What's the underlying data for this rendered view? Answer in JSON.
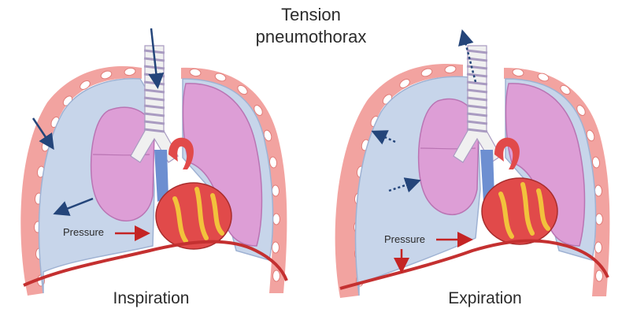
{
  "title": {
    "line1": "Tension",
    "line2": "pneumothorax"
  },
  "panels": [
    {
      "caption": "Inspiration",
      "pressure_label": "Pressure"
    },
    {
      "caption": "Expiration",
      "pressure_label": "Pressure"
    }
  ],
  "colors": {
    "chest_wall": "#f2a3a0",
    "rib": "#ffffff",
    "pleural_space": "#c7d5ea",
    "lung": "#dd9ed6",
    "lung_outline": "#b974b3",
    "trachea": "#f0f0f0",
    "trachea_ring": "#a99bc1",
    "heart": "#e14a4a",
    "vessel_blue": "#6d8fd1",
    "fat": "#f2c23c",
    "diaphragm": "#c43030",
    "arrow_blue": "#24457a",
    "arrow_red": "#c42424"
  }
}
